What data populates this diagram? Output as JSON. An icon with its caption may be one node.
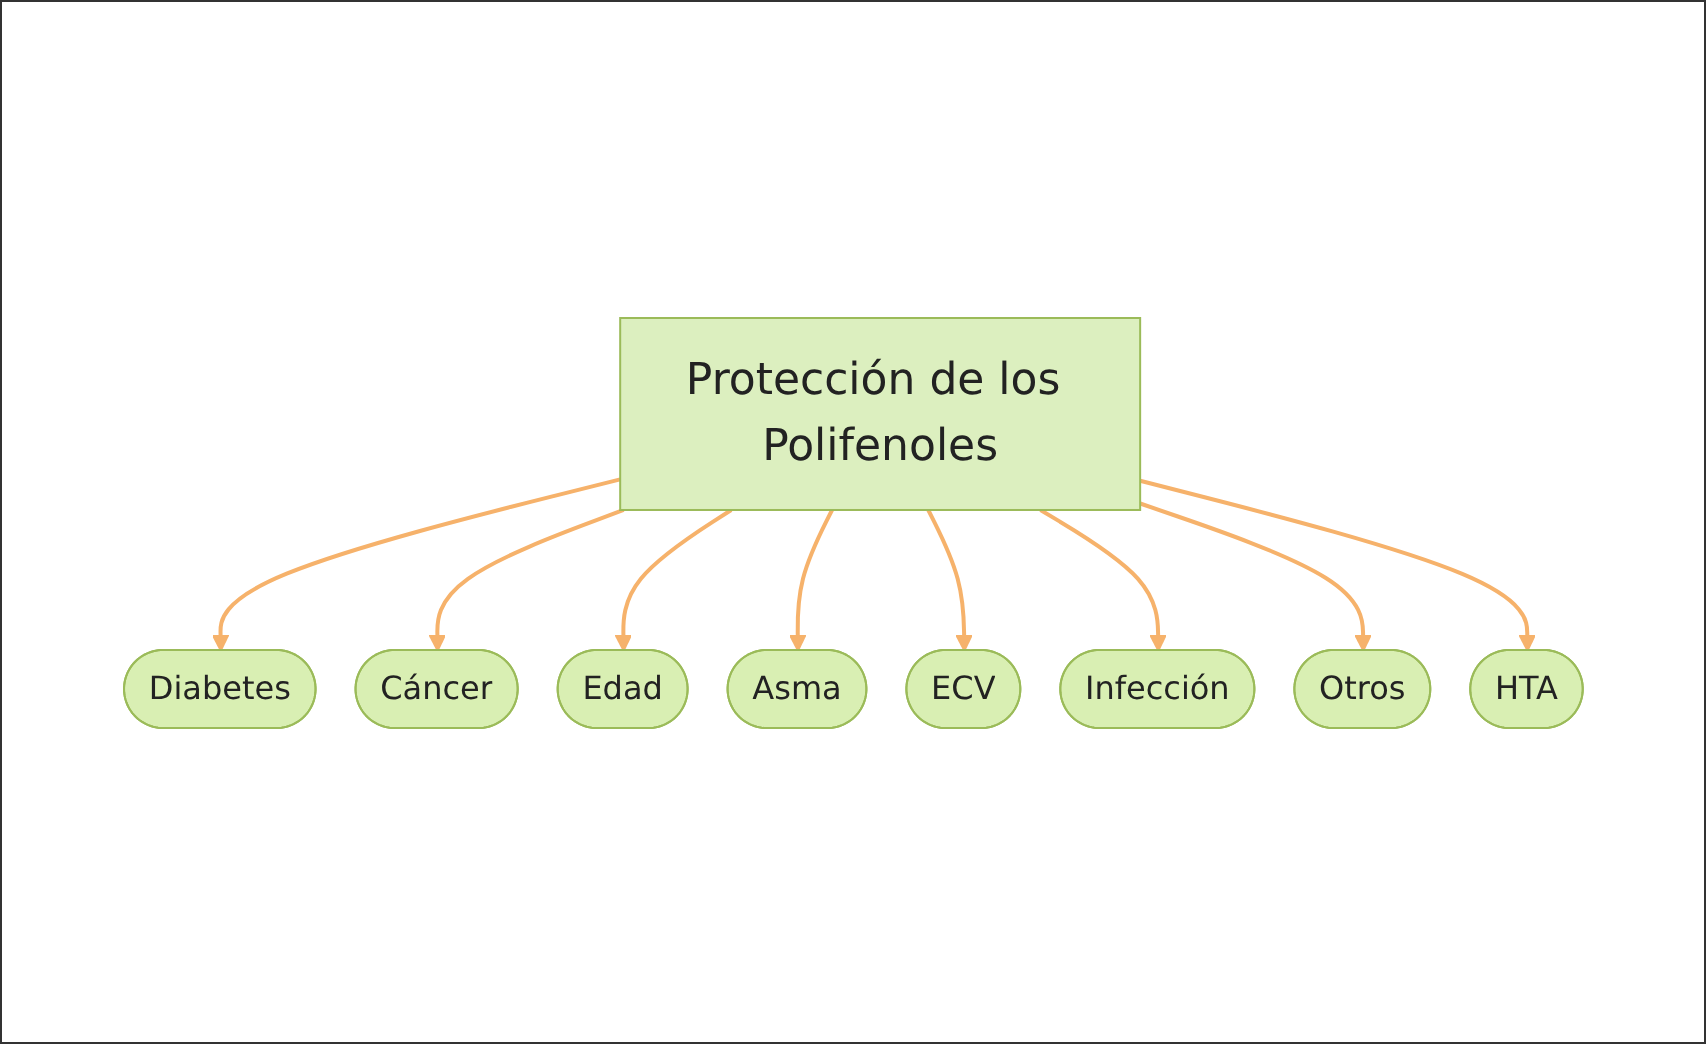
{
  "diagram": {
    "nodes": [
      {
        "text": [
          "Protección de los Polifenoles"
        ]
      },
      {
        "text": [
          "Diabetes"
        ]
      },
      {
        "text": [
          "Cáncer"
        ]
      },
      {
        "text": [
          "Edad"
        ]
      },
      {
        "text": [
          "Asma"
        ]
      },
      {
        "text": [
          "ECV"
        ]
      },
      {
        "text": [
          "Infección"
        ]
      },
      {
        "text": [
          "Otros"
        ]
      },
      {
        "text": [
          "HTA"
        ]
      }
    ],
    "edges": [
      {
        "from": 0,
        "to": 1,
        "arrow": "to"
      },
      {
        "from": 0,
        "to": 2,
        "arrow": "to"
      },
      {
        "from": 0,
        "to": 3,
        "arrow": "to"
      },
      {
        "from": 0,
        "to": 4,
        "arrow": "to"
      },
      {
        "from": 0,
        "to": 5,
        "arrow": "to"
      },
      {
        "from": 0,
        "to": 6,
        "arrow": "to"
      },
      {
        "from": 0,
        "to": 7,
        "arrow": "to"
      },
      {
        "from": 0,
        "to": 8,
        "arrow": "to"
      }
    ]
  }
}
